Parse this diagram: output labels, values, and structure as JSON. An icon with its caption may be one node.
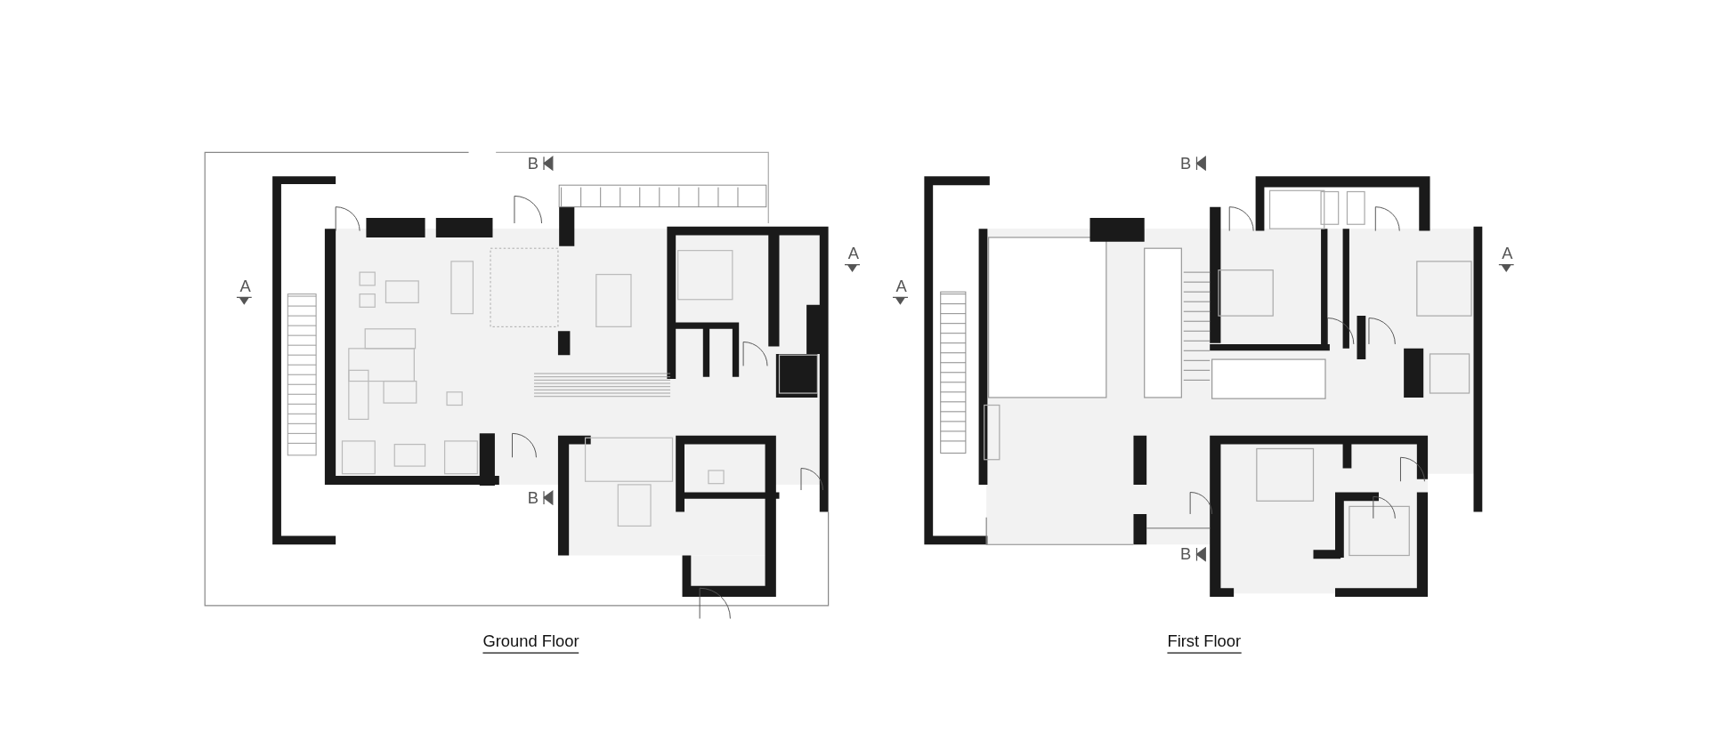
{
  "diagram": {
    "labels": [
      "B",
      "A",
      "A",
      "B",
      "Ground Floor",
      "B",
      "A",
      "A",
      "B",
      "First Floor"
    ]
  }
}
